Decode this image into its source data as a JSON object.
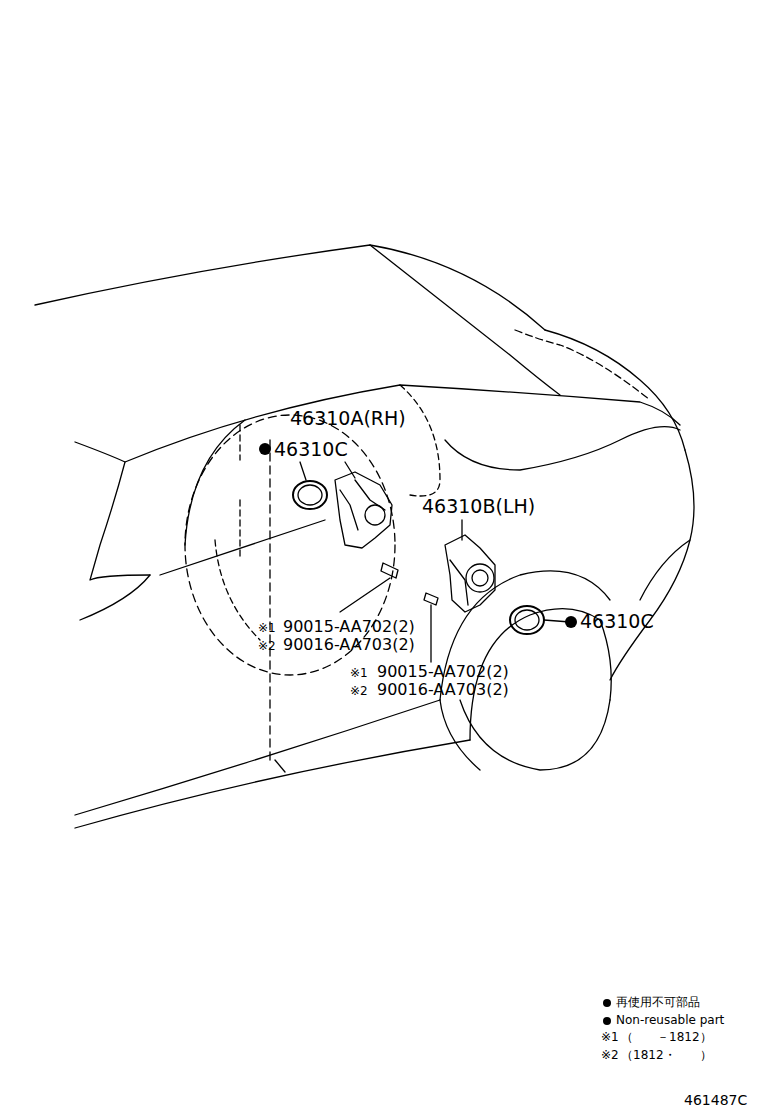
{
  "diagram": {
    "labels": [
      "46310A(RH)",
      "46310C",
      "46310B(LH)",
      "※1",
      "90015-AA702(2)",
      "※2",
      "90016-AA703(2)",
      "※1",
      "90015-AA702(2)",
      "※2",
      "90016-AA703(2)",
      "46310C",
      "※1",
      "（　　－1812）",
      "※2",
      "（1812・　　）",
      "461487C"
    ],
    "legend": [
      {
        "text": "再使用不可部品"
      },
      {
        "text": "Non-reusable part"
      }
    ]
  }
}
